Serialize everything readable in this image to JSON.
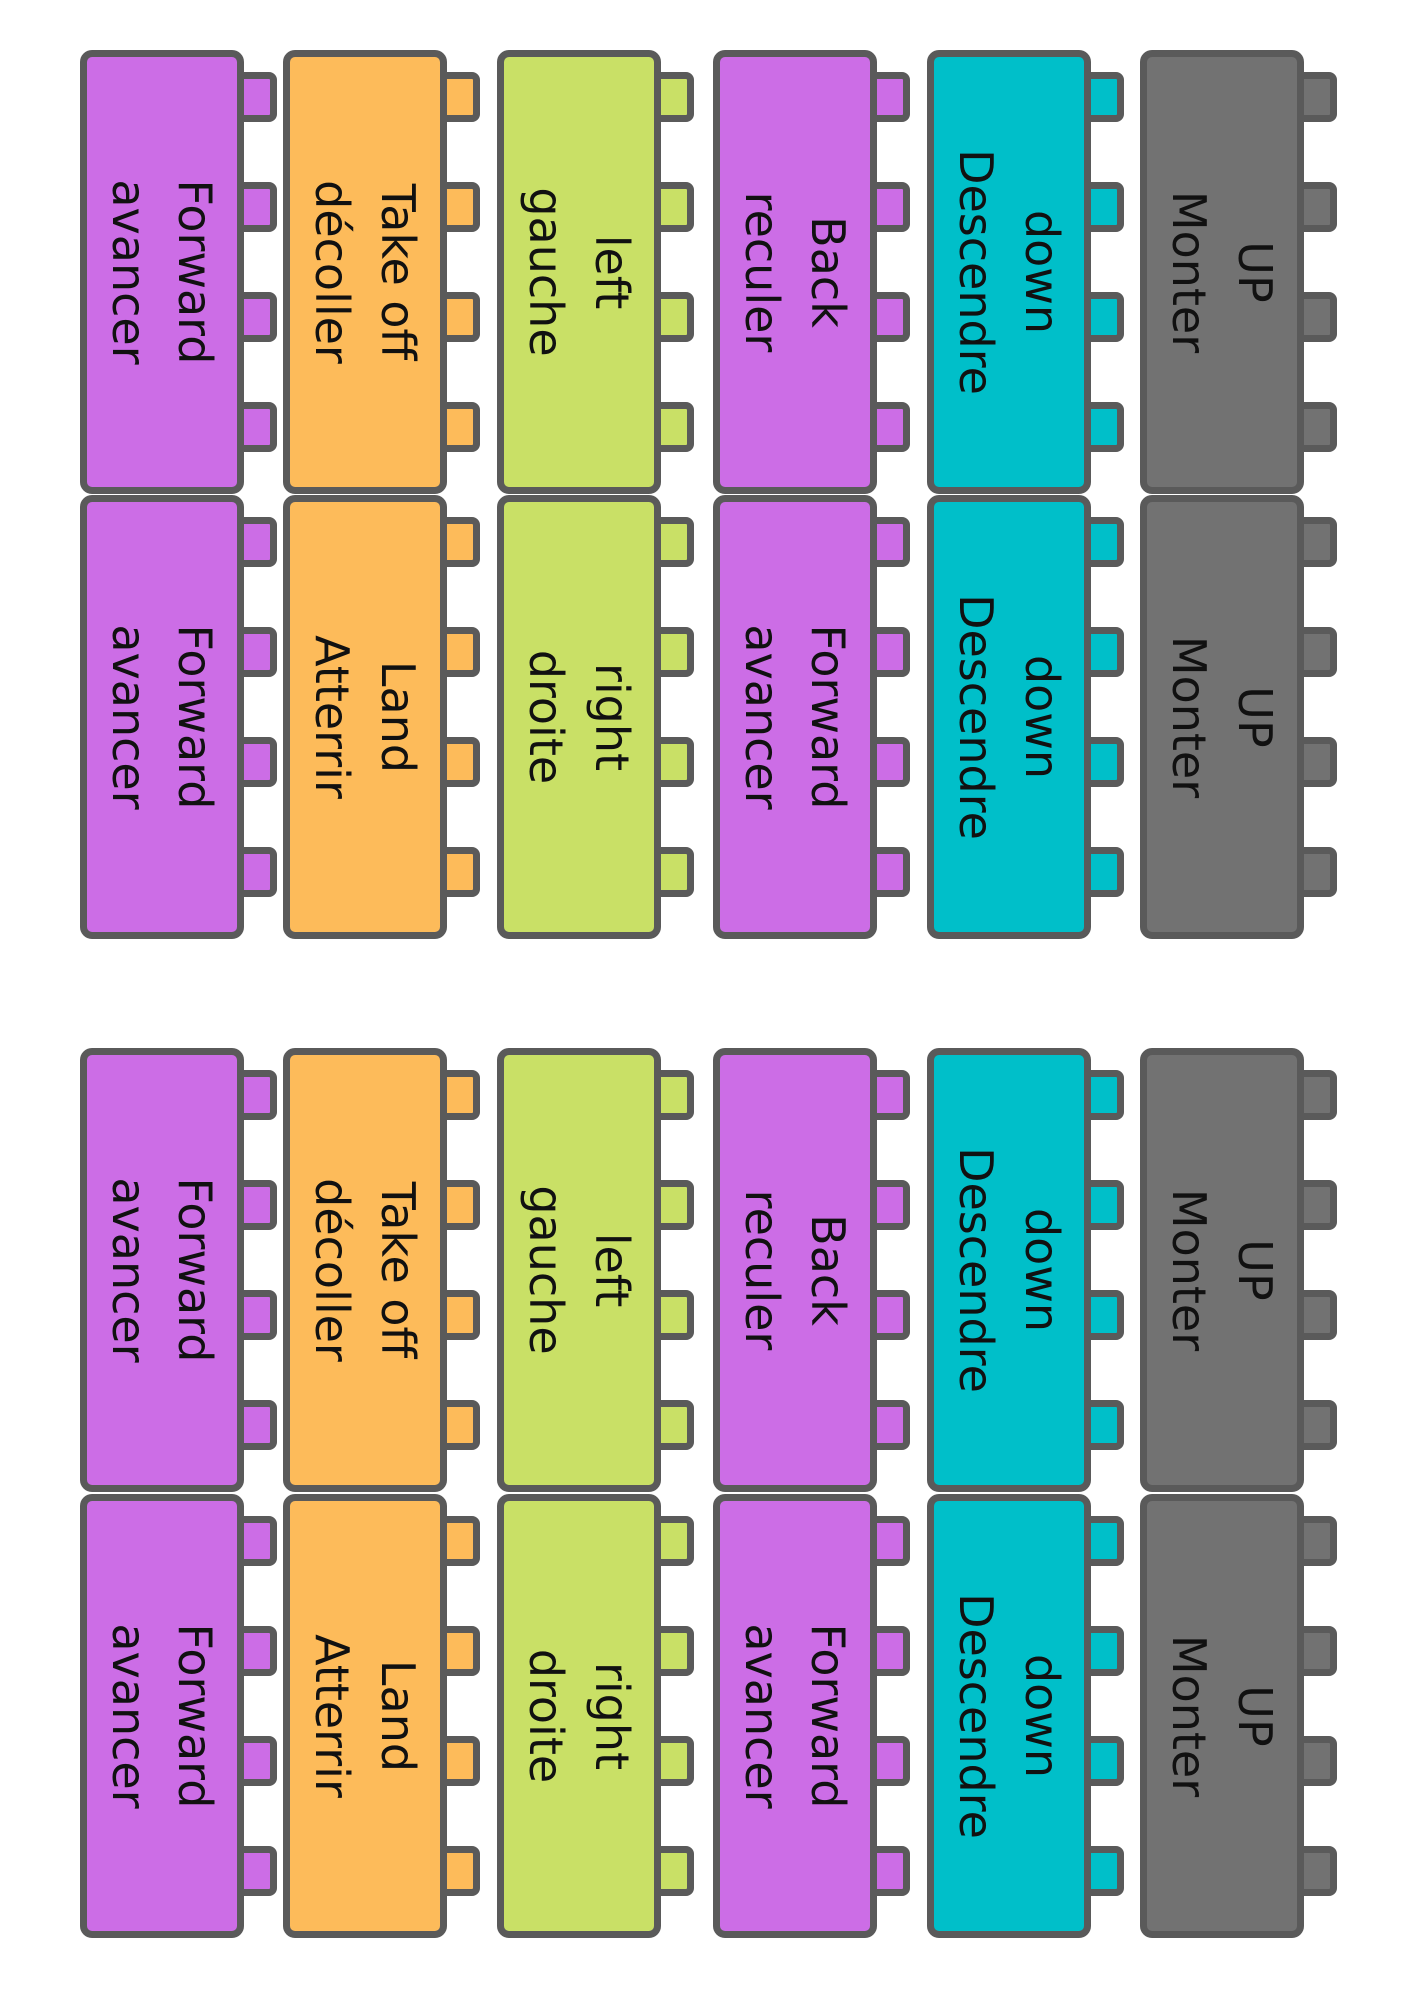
{
  "colors": {
    "grey": "#727272",
    "cyan": "#00bfc9",
    "purple": "#cc6de6",
    "green": "#c9e066",
    "orange": "#fdbb5a",
    "outline": "#5a5a5a"
  },
  "sheets": [
    {
      "blocks": [
        {
          "icon": "grey-brick",
          "color": "grey",
          "line1": "UP",
          "line2": "Monter"
        },
        {
          "icon": "cyan-brick",
          "color": "cyan",
          "line1": "down",
          "line2": "Descendre"
        },
        {
          "icon": "purple-brick",
          "color": "purple",
          "line1": "Back",
          "line2": "reculer"
        },
        {
          "icon": "green-brick",
          "color": "green",
          "line1": "left",
          "line2": "gauche"
        },
        {
          "icon": "orange-brick",
          "color": "orange",
          "line1": "Take off",
          "line2": "décoller"
        },
        {
          "icon": "purple-brick",
          "color": "purple",
          "line1": "Forward",
          "line2": "avancer"
        },
        {
          "icon": "grey-brick",
          "color": "grey",
          "line1": "UP",
          "line2": "Monter"
        },
        {
          "icon": "cyan-brick",
          "color": "cyan",
          "line1": "down",
          "line2": "Descendre"
        },
        {
          "icon": "purple-brick",
          "color": "purple",
          "line1": "Forward",
          "line2": "avancer"
        },
        {
          "icon": "green-brick",
          "color": "green",
          "line1": "right",
          "line2": "droite"
        },
        {
          "icon": "orange-brick",
          "color": "orange",
          "line1": "Land",
          "line2": "Atterrir"
        },
        {
          "icon": "purple-brick",
          "color": "purple",
          "line1": "Forward",
          "line2": "avancer"
        }
      ]
    },
    {
      "blocks": [
        {
          "icon": "grey-brick",
          "color": "grey",
          "line1": "UP",
          "line2": "Monter"
        },
        {
          "icon": "cyan-brick",
          "color": "cyan",
          "line1": "down",
          "line2": "Descendre"
        },
        {
          "icon": "purple-brick",
          "color": "purple",
          "line1": "Back",
          "line2": "reculer"
        },
        {
          "icon": "green-brick",
          "color": "green",
          "line1": "left",
          "line2": "gauche"
        },
        {
          "icon": "orange-brick",
          "color": "orange",
          "line1": "Take off",
          "line2": "décoller"
        },
        {
          "icon": "purple-brick",
          "color": "purple",
          "line1": "Forward",
          "line2": "avancer"
        },
        {
          "icon": "grey-brick",
          "color": "grey",
          "line1": "UP",
          "line2": "Monter"
        },
        {
          "icon": "cyan-brick",
          "color": "cyan",
          "line1": "down",
          "line2": "Descendre"
        },
        {
          "icon": "purple-brick",
          "color": "purple",
          "line1": "Forward",
          "line2": "avancer"
        },
        {
          "icon": "green-brick",
          "color": "green",
          "line1": "right",
          "line2": "droite"
        },
        {
          "icon": "orange-brick",
          "color": "orange",
          "line1": "Land",
          "line2": "Atterrir"
        },
        {
          "icon": "purple-brick",
          "color": "purple",
          "line1": "Forward",
          "line2": "avancer"
        }
      ]
    }
  ]
}
